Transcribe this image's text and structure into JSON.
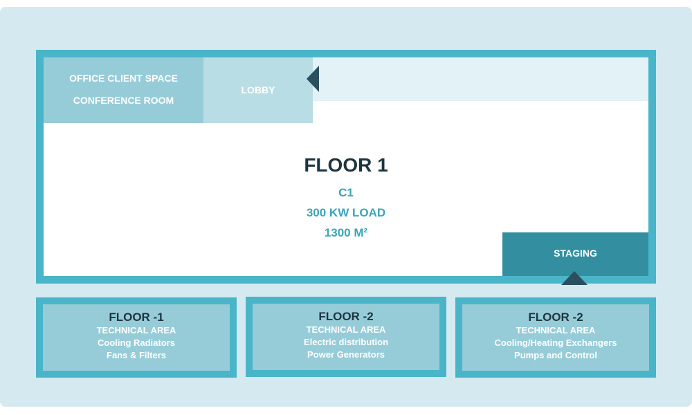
{
  "main_floor": {
    "title": "FLOOR 1",
    "code": "C1",
    "load": "300 KW LOAD",
    "area": "1300 M²",
    "rooms": {
      "office_client_space": "OFFICE CLIENT SPACE",
      "conference_room": "CONFERENCE ROOM",
      "lobby": "LOBBY",
      "staging": "STAGING"
    }
  },
  "sub_floors": [
    {
      "title": "FLOOR -1",
      "lines": [
        "TECHNICAL AREA",
        "Cooling Radiators",
        "Fans & Filters"
      ]
    },
    {
      "title": "FLOOR -2",
      "lines": [
        "TECHNICAL AREA",
        "Electric distribution",
        "Power Generators"
      ]
    },
    {
      "title": "FLOOR -2",
      "lines": [
        "TECHNICAL AREA",
        "Cooling/Heating Exchangers",
        "Pumps and Control"
      ]
    }
  ],
  "colors": {
    "background": "#d4eaf0",
    "frame": "#4ab5c8",
    "block_light": "#96ccd8",
    "block_lighter": "#b8dde5",
    "staging": "#338f9f",
    "arrow": "#2b4f5e",
    "title_text": "#1e3440",
    "stat_text": "#3aa5b8"
  }
}
